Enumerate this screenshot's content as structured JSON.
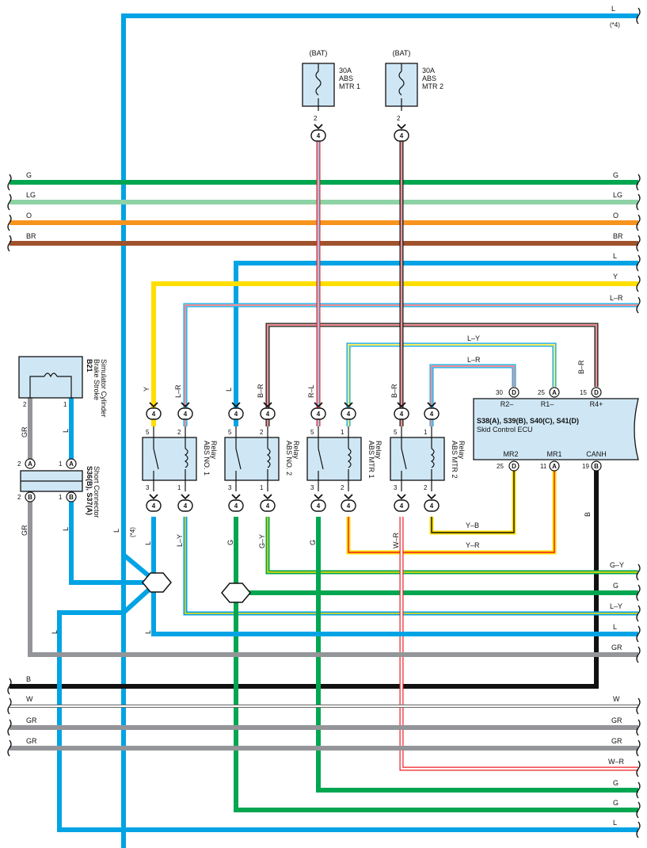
{
  "colors": {
    "L": "#00a3e4",
    "G": "#00a650",
    "LG": "#8dd3a6",
    "O": "#f7941d",
    "BR": "#a0522d",
    "Y": "#ffde00",
    "R": "#ed1c24",
    "B": "#111111",
    "GR": "#939598",
    "W": "#ffffff",
    "box_fill": "#cfe7f5"
  },
  "fuses": [
    {
      "source": "(BAT)",
      "rating": "30A",
      "line1": "ABS",
      "line2": "MTR 1",
      "pin": "2",
      "conn": "4"
    },
    {
      "source": "(BAT)",
      "rating": "30A",
      "line1": "ABS",
      "line2": "MTR 2",
      "pin": "2",
      "conn": "4"
    }
  ],
  "relays": [
    {
      "name1": "ABS NO. 1",
      "name2": "Relay",
      "pins_top": [
        "5",
        "2"
      ],
      "pins_bottom": [
        "3",
        "1"
      ]
    },
    {
      "name1": "ABS NO. 2",
      "name2": "Relay",
      "pins_top": [
        "5",
        "2"
      ],
      "pins_bottom": [
        "3",
        "1"
      ]
    },
    {
      "name1": "ABS MTR 1",
      "name2": "Relay",
      "pins_top": [
        "5",
        "1"
      ],
      "pins_bottom": [
        "3",
        "2"
      ]
    },
    {
      "name1": "ABS MTR 2",
      "name2": "Relay",
      "pins_top": [
        "5",
        "1"
      ],
      "pins_bottom": [
        "3",
        "2"
      ]
    }
  ],
  "ecu": {
    "title": "S38(A), S39(B), S40(C), S41(D)",
    "subtitle": "Skid Control ECU",
    "top_pins": [
      {
        "num": "30",
        "conn": "D",
        "name": "R2–"
      },
      {
        "num": "25",
        "conn": "A",
        "name": "R1–"
      },
      {
        "num": "15",
        "conn": "D",
        "name": "R4+"
      }
    ],
    "bottom_pins": [
      {
        "num": "25",
        "conn": "D",
        "name": "MR2"
      },
      {
        "num": "11",
        "conn": "A",
        "name": "MR1"
      },
      {
        "num": "19",
        "conn": "B",
        "name": "CANH"
      }
    ]
  },
  "sensor": {
    "code": "B21",
    "name1": "Brake Stroke",
    "name2": "Simulator Cylinder",
    "pin_left": "2",
    "pin_right": "1"
  },
  "short_connector": {
    "code": "S36(B), S37(A)",
    "name": "Short Connector",
    "pin_left": "2",
    "pin_right": "1",
    "conn_top": "A",
    "conn_bottom": "B"
  },
  "connector_label": "4",
  "wire_labels": {
    "top_L": "L",
    "note4": "(*4)",
    "G": "G",
    "LG": "LG",
    "O": "O",
    "BR": "BR",
    "L": "L",
    "Y": "Y",
    "LR": "L–R",
    "LY": "L–Y",
    "BR2": "B–R",
    "RL": "R–L",
    "YB": "Y–B",
    "YR": "Y–R",
    "GY": "G–Y",
    "WR": "W–R",
    "B": "B",
    "W": "W",
    "GR": "GR"
  }
}
